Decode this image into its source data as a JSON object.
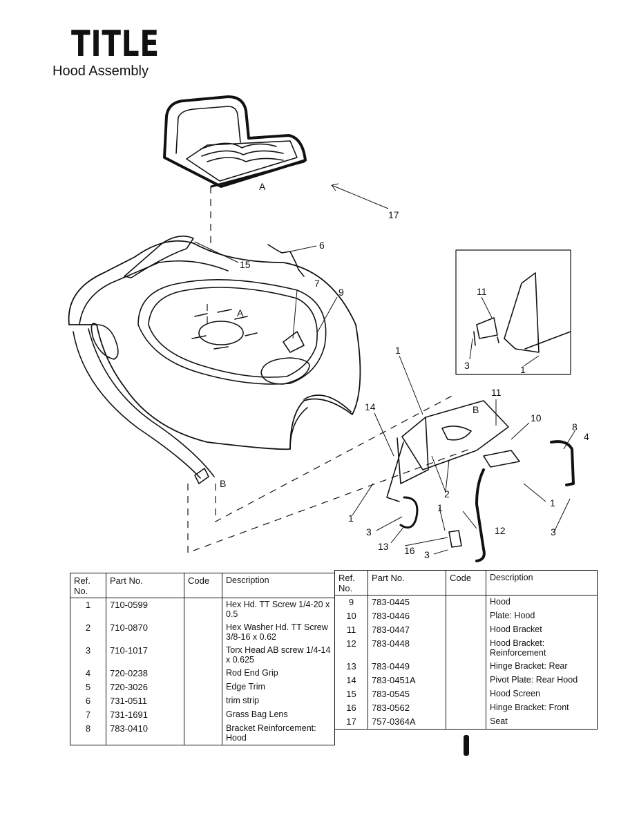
{
  "header": {
    "title": "TITLE",
    "subtitle": "Hood Assembly"
  },
  "callouts": {
    "A": "A",
    "B": "B",
    "n1": "1",
    "n2": "2",
    "n3": "3",
    "n4": "4",
    "n6": "6",
    "n7": "7",
    "n8": "8",
    "n9": "9",
    "n10": "10",
    "n11": "11",
    "n12": "12",
    "n13": "13",
    "n14": "14",
    "n15": "15",
    "n16": "16",
    "n17": "17"
  },
  "table": {
    "headers": {
      "ref": "Ref. No.",
      "part": "Part No.",
      "code": "Code",
      "desc": "Description"
    },
    "left": [
      {
        "ref": "1",
        "part": "710-0599",
        "code": "",
        "desc": "Hex Hd. TT Screw 1/4-20 x 0.5"
      },
      {
        "ref": "2",
        "part": "710-0870",
        "code": "",
        "desc": "Hex Washer Hd. TT Screw 3/8-16 x 0.62"
      },
      {
        "ref": "3",
        "part": "710-1017",
        "code": "",
        "desc": "Torx Head AB screw 1/4-14 x 0.625"
      },
      {
        "ref": "4",
        "part": "720-0238",
        "code": "",
        "desc": "Rod End Grip"
      },
      {
        "ref": "5",
        "part": "720-3026",
        "code": "",
        "desc": "Edge Trim"
      },
      {
        "ref": "6",
        "part": "731-0511",
        "code": "",
        "desc": "trim strip"
      },
      {
        "ref": "7",
        "part": "731-1691",
        "code": "",
        "desc": "Grass Bag Lens"
      },
      {
        "ref": "8",
        "part": "783-0410",
        "code": "",
        "desc": "Bracket Reinforcement: Hood"
      }
    ],
    "right": [
      {
        "ref": "9",
        "part": "783-0445",
        "code": "",
        "desc": "Hood"
      },
      {
        "ref": "10",
        "part": "783-0446",
        "code": "",
        "desc": "Plate: Hood"
      },
      {
        "ref": "11",
        "part": "783-0447",
        "code": "",
        "desc": "Hood Bracket"
      },
      {
        "ref": "12",
        "part": "783-0448",
        "code": "",
        "desc": "Hood Bracket: Reinforcement"
      },
      {
        "ref": "13",
        "part": "783-0449",
        "code": "",
        "desc": "Hinge Bracket: Rear"
      },
      {
        "ref": "14",
        "part": "783-0451A",
        "code": "",
        "desc": "Pivot Plate: Rear Hood"
      },
      {
        "ref": "15",
        "part": "783-0545",
        "code": "",
        "desc": "Hood Screen"
      },
      {
        "ref": "16",
        "part": "783-0562",
        "code": "",
        "desc": "Hinge Bracket: Front"
      },
      {
        "ref": "17",
        "part": "757-0364A",
        "code": "",
        "desc": "Seat"
      }
    ]
  }
}
